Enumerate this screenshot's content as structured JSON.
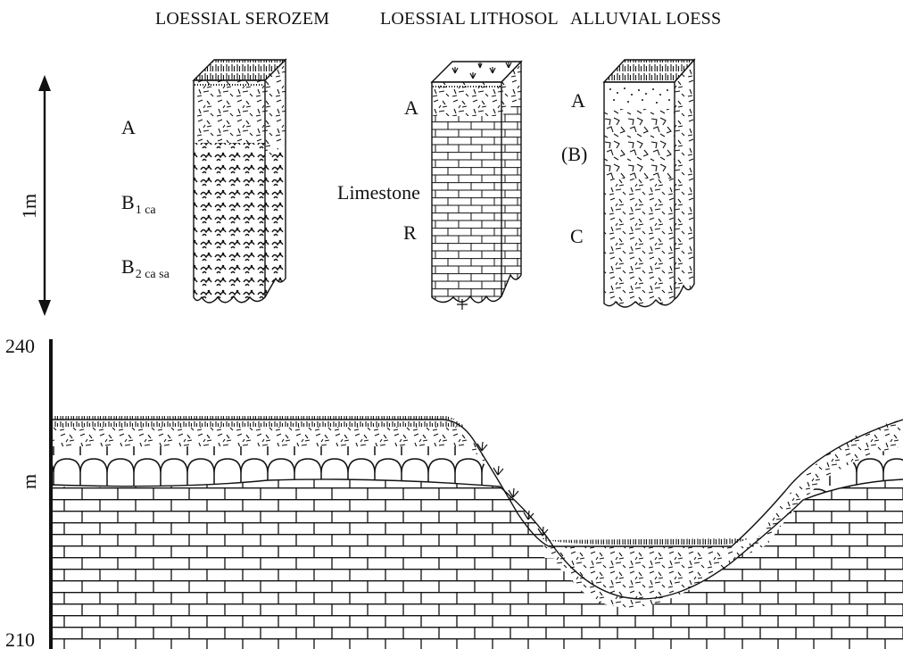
{
  "profiles": [
    {
      "title": "LOESSIAL SEROZEM",
      "horizons": [
        {
          "main": "A",
          "sub": ""
        },
        {
          "main": "B",
          "sub": "1 ca"
        },
        {
          "main": "B",
          "sub": "2 ca sa"
        }
      ]
    },
    {
      "title": "LOESSIAL LITHOSOL",
      "horizons": [
        {
          "main": "A",
          "sub": ""
        },
        {
          "main": "Limestone",
          "sub": ""
        },
        {
          "main": "R",
          "sub": ""
        }
      ]
    },
    {
      "title": "ALLUVIAL LOESS",
      "horizons": [
        {
          "main": "A",
          "sub": ""
        },
        {
          "main": "(B)",
          "sub": ""
        },
        {
          "main": "C",
          "sub": ""
        }
      ]
    }
  ],
  "scale_bar": {
    "label": "1m"
  },
  "cross_section": {
    "y_unit": "m",
    "y_top": "240",
    "y_bottom": "210"
  },
  "colors": {
    "ink": "#111111",
    "paper": "#ffffff"
  }
}
